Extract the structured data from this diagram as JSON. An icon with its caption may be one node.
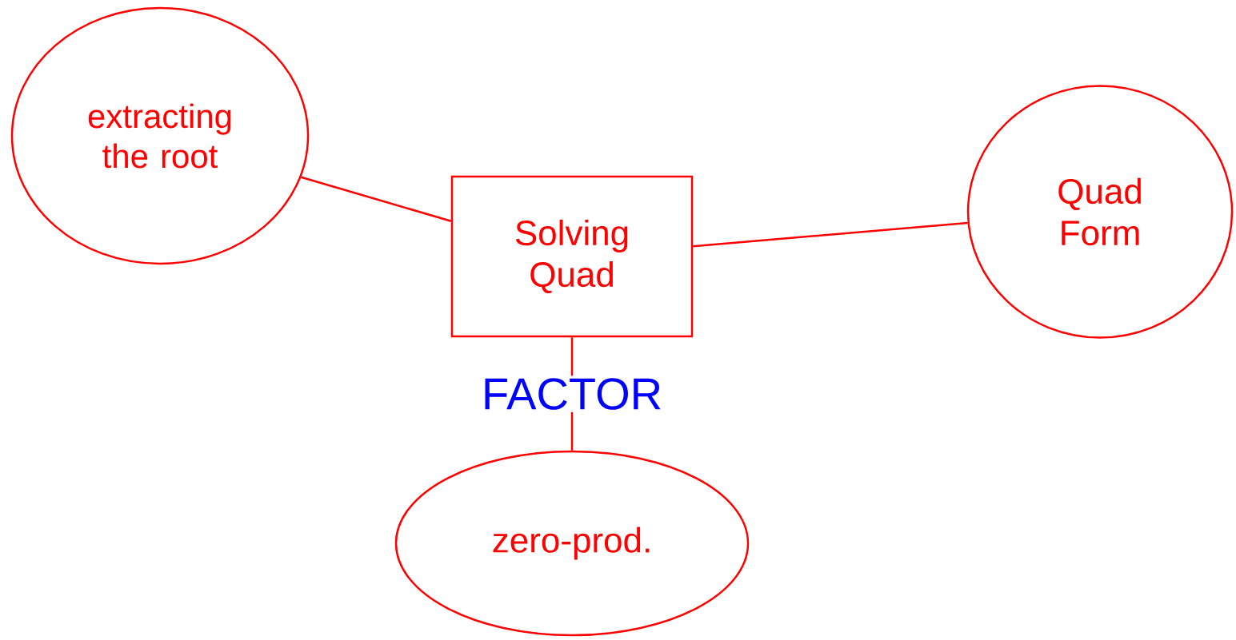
{
  "diagram": {
    "nodes": [
      {
        "text": [
          "Solving Quad"
        ]
      },
      {
        "text": [
          "extracting the root"
        ]
      },
      {
        "text": [
          "Quad Form"
        ]
      },
      {
        "text": [
          "zero-prod."
        ]
      }
    ],
    "edges": [
      {
        "from": 0,
        "to": 1,
        "arrow": "none"
      },
      {
        "from": 0,
        "to": 2,
        "arrow": "none"
      },
      {
        "from": 0,
        "to": 3,
        "arrow": "none",
        "label": "FACTOR"
      }
    ]
  }
}
